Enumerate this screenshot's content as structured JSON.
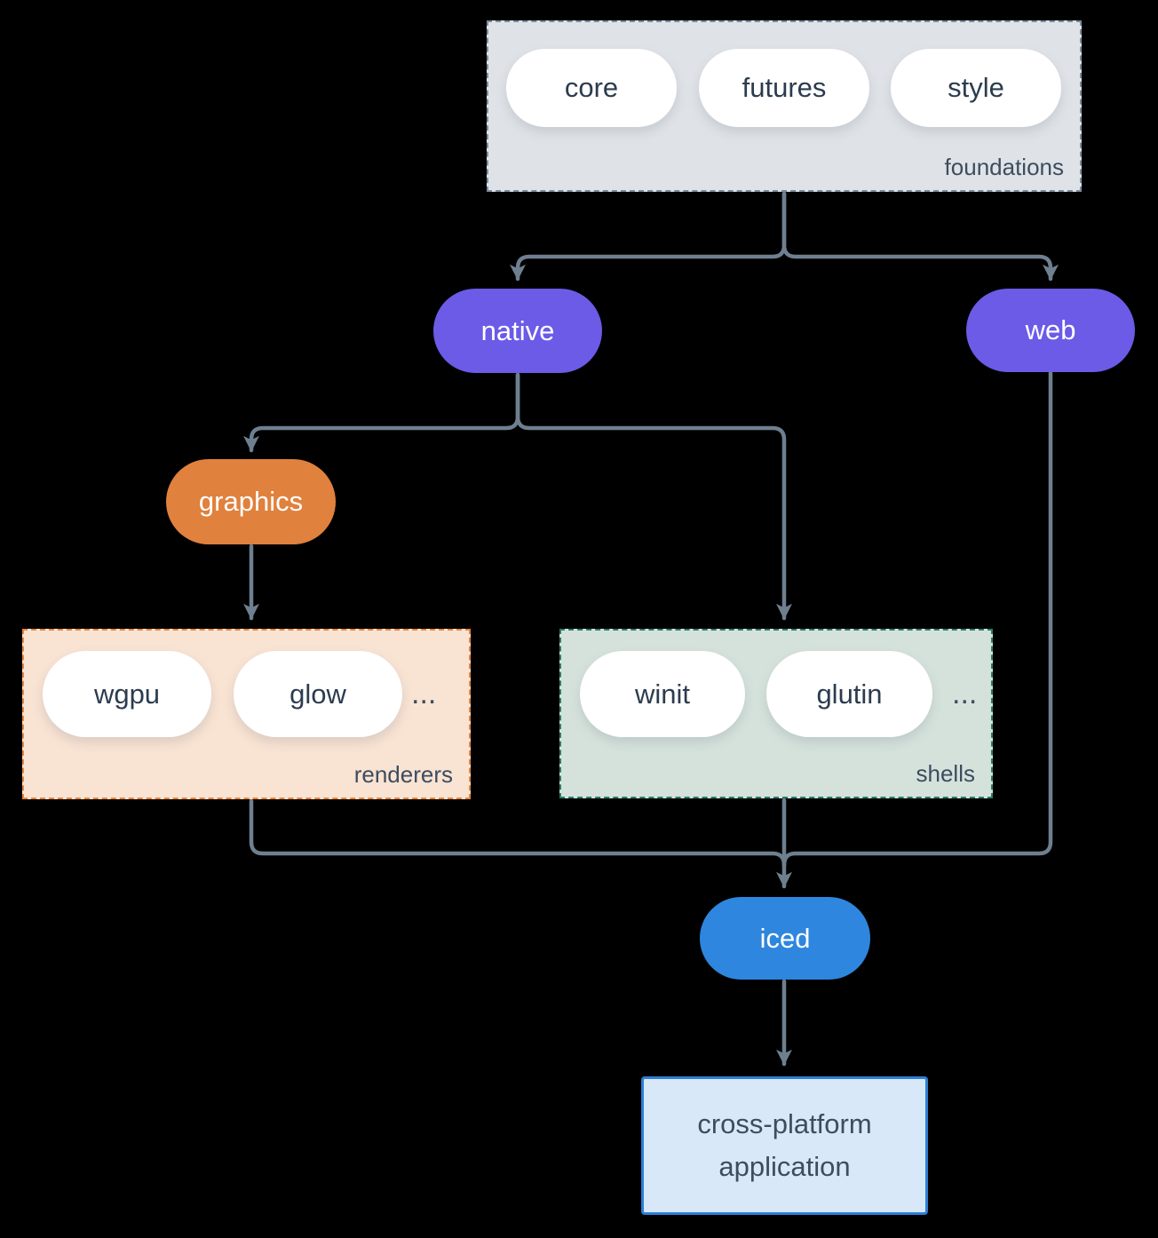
{
  "foundations": {
    "label": "foundations",
    "items": [
      "core",
      "futures",
      "style"
    ]
  },
  "native": {
    "label": "native"
  },
  "web": {
    "label": "web"
  },
  "graphics": {
    "label": "graphics"
  },
  "renderers": {
    "label": "renderers",
    "items": [
      "wgpu",
      "glow"
    ],
    "ellipsis": "..."
  },
  "shells": {
    "label": "shells",
    "items": [
      "winit",
      "glutin"
    ],
    "ellipsis": "..."
  },
  "iced": {
    "label": "iced"
  },
  "application": {
    "line1": "cross-platform",
    "line2": "application"
  },
  "colors": {
    "background": "#000000",
    "connector": "#6e7f90",
    "purple": "#6b5be7",
    "orange": "#e0813d",
    "blue": "#2e86de",
    "foundations_fill": "#dfe3e7",
    "foundations_border": "#7b8c9e",
    "renderers_fill": "#f9e3d3",
    "renderers_border": "#e8843c",
    "shells_fill": "#d5e2dc",
    "shells_border": "#2a7d6a",
    "application_fill": "#d9e8f9",
    "application_border": "#2d7fd3",
    "text_dark": "#2c3c4e"
  },
  "edges": [
    {
      "from": "foundations",
      "to": "native"
    },
    {
      "from": "foundations",
      "to": "web"
    },
    {
      "from": "native",
      "to": "graphics"
    },
    {
      "from": "native",
      "to": "shells"
    },
    {
      "from": "graphics",
      "to": "renderers"
    },
    {
      "from": "renderers",
      "to": "iced"
    },
    {
      "from": "shells",
      "to": "iced"
    },
    {
      "from": "web",
      "to": "iced"
    },
    {
      "from": "iced",
      "to": "application"
    }
  ]
}
